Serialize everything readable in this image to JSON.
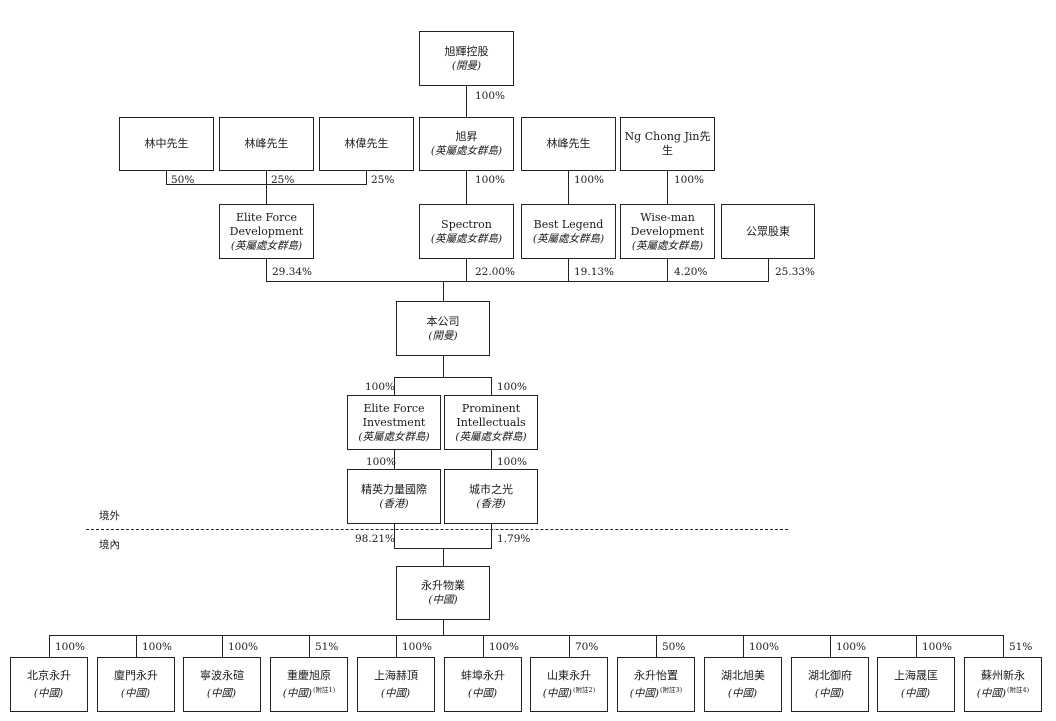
{
  "entities": {
    "xuhui": {
      "name": "旭輝控股",
      "sub": "(開曼)"
    },
    "lin_zhong": {
      "name": "林中先生"
    },
    "lin_feng_a": {
      "name": "林峰先生"
    },
    "lin_wei": {
      "name": "林偉先生"
    },
    "xusheng": {
      "name": "旭昇",
      "sub": "(英屬處女群島)"
    },
    "lin_feng_b": {
      "name": "林峰先生"
    },
    "ng_chong_jin": {
      "name": "Ng Chong Jin先生"
    },
    "elite_force_dev": {
      "name": "Elite Force Development",
      "sub": "(英屬處女群島)"
    },
    "spectron": {
      "name": "Spectron",
      "sub": "(英屬處女群島)"
    },
    "best_legend": {
      "name": "Best Legend",
      "sub": "(英屬處女群島)"
    },
    "wise_man": {
      "name": "Wise-man Development",
      "sub": "(英屬處女群島)"
    },
    "public": {
      "name": "公眾股東"
    },
    "company": {
      "name": "本公司",
      "sub": "(開曼)"
    },
    "elite_force_inv": {
      "name": "Elite Force Investment",
      "sub": "(英屬處女群島)"
    },
    "prominent": {
      "name": "Prominent Intellectuals",
      "sub": "(英屬處女群島)"
    },
    "jingying": {
      "name": "精英力量國際",
      "sub": "(香港)"
    },
    "chengshi": {
      "name": "城市之光",
      "sub": "(香港)"
    },
    "yongsheng": {
      "name": "永升物業",
      "sub": "(中國)"
    }
  },
  "subsidiaries": [
    {
      "name": "北京永升",
      "sub": "(中國)",
      "note": "",
      "pct": "100%"
    },
    {
      "name": "廈門永升",
      "sub": "(中國)",
      "note": "",
      "pct": "100%"
    },
    {
      "name": "寧波永碹",
      "sub": "(中國)",
      "note": "",
      "pct": "100%"
    },
    {
      "name": "重慶旭原",
      "sub": "(中國)",
      "note": "(附註1)",
      "pct": "51%"
    },
    {
      "name": "上海赫頂",
      "sub": "(中國)",
      "note": "",
      "pct": "100%"
    },
    {
      "name": "蚌埠永升",
      "sub": "(中國)",
      "note": "",
      "pct": "100%"
    },
    {
      "name": "山東永升",
      "sub": "(中國)",
      "note": "(附註2)",
      "pct": "70%"
    },
    {
      "name": "永升怡置",
      "sub": "(中國)",
      "note": "(附註3)",
      "pct": "50%"
    },
    {
      "name": "湖北旭美",
      "sub": "(中國)",
      "note": "",
      "pct": "100%"
    },
    {
      "name": "湖北御府",
      "sub": "(中國)",
      "note": "",
      "pct": "100%"
    },
    {
      "name": "上海晟匡",
      "sub": "(中國)",
      "note": "",
      "pct": "100%"
    },
    {
      "name": "蘇州新永",
      "sub": "(中國)",
      "note": "(附註4)",
      "pct": "51%"
    }
  ],
  "percentages": {
    "xuhui_to_xusheng": "100%",
    "linzhong_to_efd": "50%",
    "linfeng_to_efd": "25%",
    "linwei_to_efd": "25%",
    "xusheng_to_spectron": "100%",
    "linfeng_to_bestlegend": "100%",
    "ng_to_wiseman": "100%",
    "efd_to_company": "29.34%",
    "spectron_to_company": "22.00%",
    "bestlegend_to_company": "19.13%",
    "wiseman_to_company": "4.20%",
    "public_to_company": "25.33%",
    "company_to_efi": "100%",
    "company_to_prominent": "100%",
    "efi_to_jingying": "100%",
    "prominent_to_chengshi": "100%",
    "jingying_to_yongsheng": "98.21%",
    "chengshi_to_yongsheng": "1.79%"
  },
  "zones": {
    "offshore": "境外",
    "onshore": "境內"
  }
}
